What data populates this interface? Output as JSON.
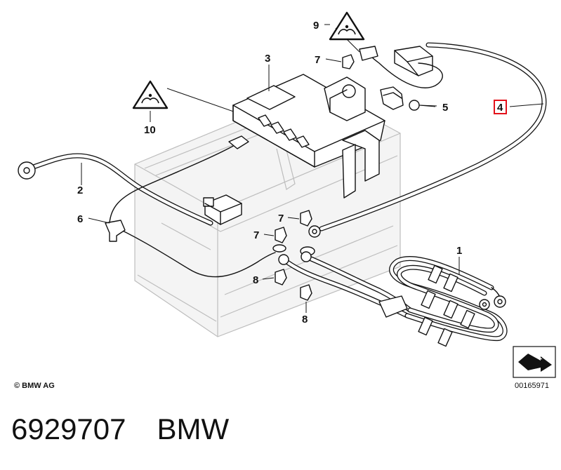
{
  "labels": {
    "l1": "1",
    "l2": "2",
    "l3": "3",
    "l4": "4",
    "l5": "5",
    "l6": "6",
    "l7a": "7",
    "l7b": "7",
    "l7c": "7",
    "l8a": "8",
    "l8b": "8",
    "l9": "9",
    "l10": "10"
  },
  "highlight_color": "#e3101a",
  "copyright": "© BMW AG",
  "diagram_number": "00165971",
  "part_number": "6929707",
  "brand": "BMW"
}
